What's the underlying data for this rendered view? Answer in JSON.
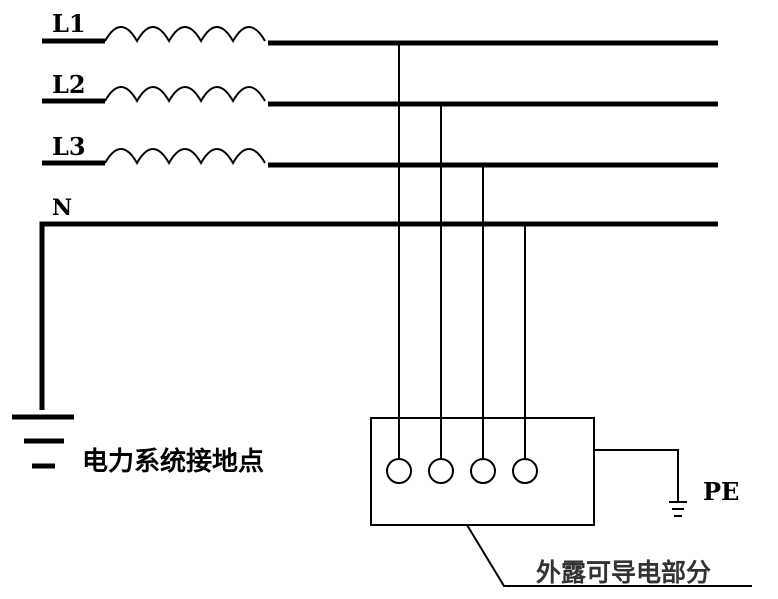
{
  "diagram": {
    "type": "TT grounding system wiring diagram",
    "lines": [
      {
        "id": "L1",
        "label": "L1"
      },
      {
        "id": "L2",
        "label": "L2"
      },
      {
        "id": "L3",
        "label": "L3"
      },
      {
        "id": "N",
        "label": "N"
      }
    ],
    "labels": {
      "system_ground": "电力系统接地点",
      "pe": "PE",
      "exposed_part": "外露可导电部分"
    },
    "colors": {
      "stroke": "#000000",
      "background": "#ffffff"
    }
  }
}
